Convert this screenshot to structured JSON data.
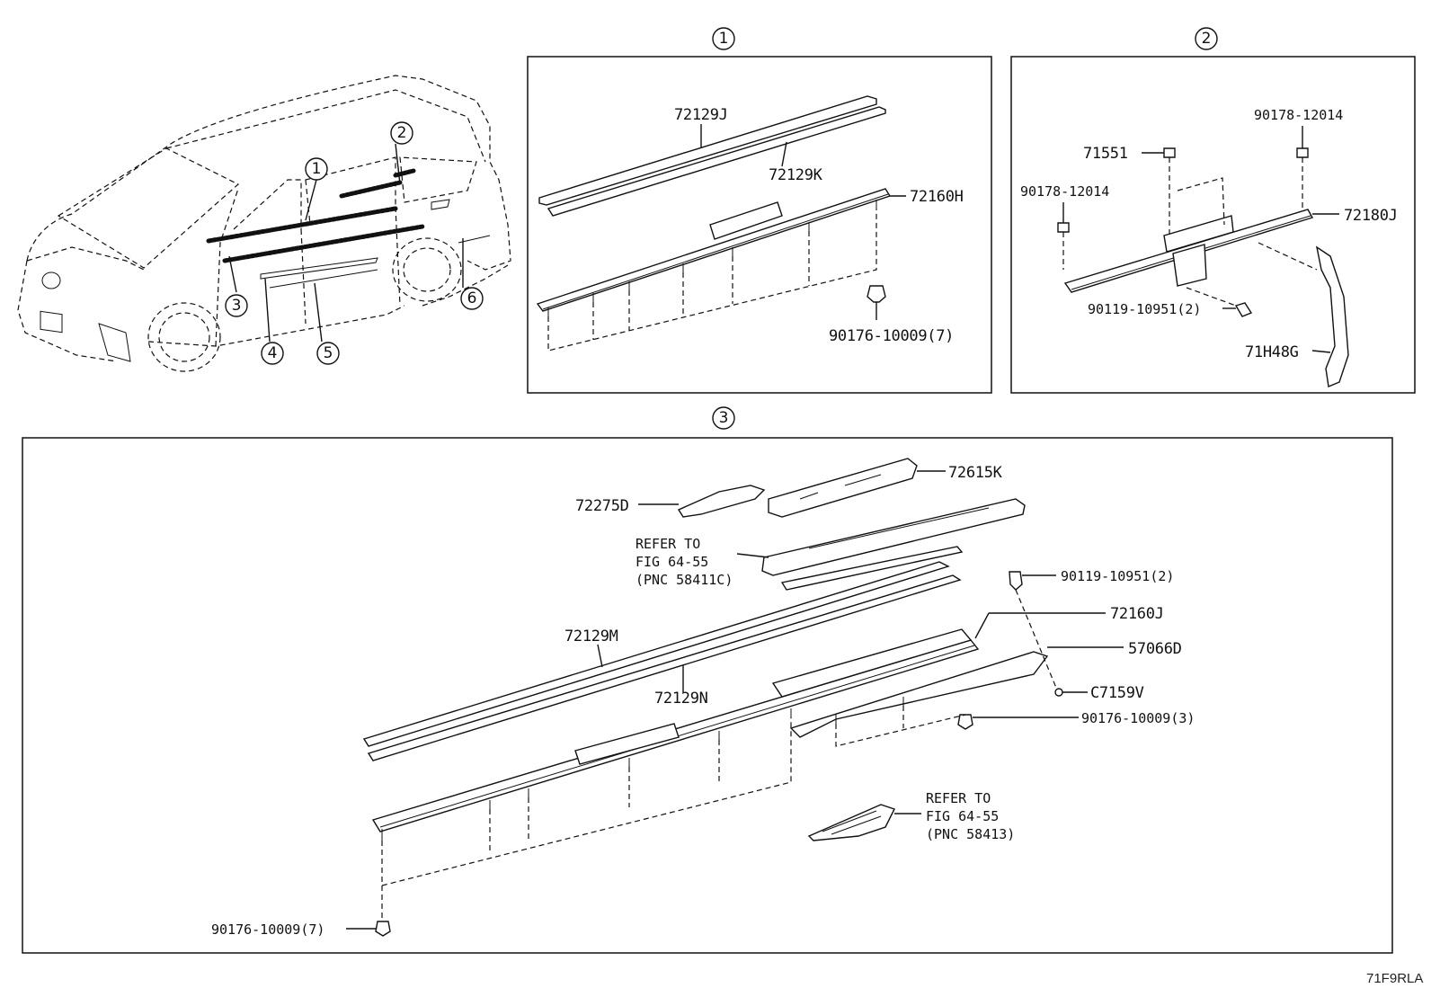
{
  "diagram_code": "71F9RLA",
  "callouts": {
    "c1": "1",
    "c2": "2",
    "c3": "3",
    "c4": "4",
    "c5": "5",
    "c6": "6"
  },
  "section_headers": {
    "s1": "1",
    "s2": "2",
    "s3": "3"
  },
  "section1": {
    "p72129J": "72129J",
    "p72129K": "72129K",
    "p72160H": "72160H",
    "p90176_7": "90176-10009(7)"
  },
  "section2": {
    "p90178_a": "90178-12014",
    "p71551": "71551",
    "p90178_b": "90178-12014",
    "p72180J": "72180J",
    "p90119_2": "90119-10951(2)",
    "p71H48G": "71H48G"
  },
  "section3": {
    "p72615K": "72615K",
    "p72275D": "72275D",
    "refer1_line1": "REFER TO",
    "refer1_line2": "FIG 64-55",
    "refer1_line3": "(PNC 58411C)",
    "p90119_2": "90119-10951(2)",
    "p72160J": "72160J",
    "p72129M": "72129M",
    "p57066D": "57066D",
    "p72129N": "72129N",
    "pC7159V": "C7159V",
    "p90176_3": "90176-10009(3)",
    "refer2_line1": "REFER TO",
    "refer2_line2": "FIG 64-55",
    "refer2_line3": "(PNC 58413)",
    "p90176_7": "90176-10009(7)"
  }
}
